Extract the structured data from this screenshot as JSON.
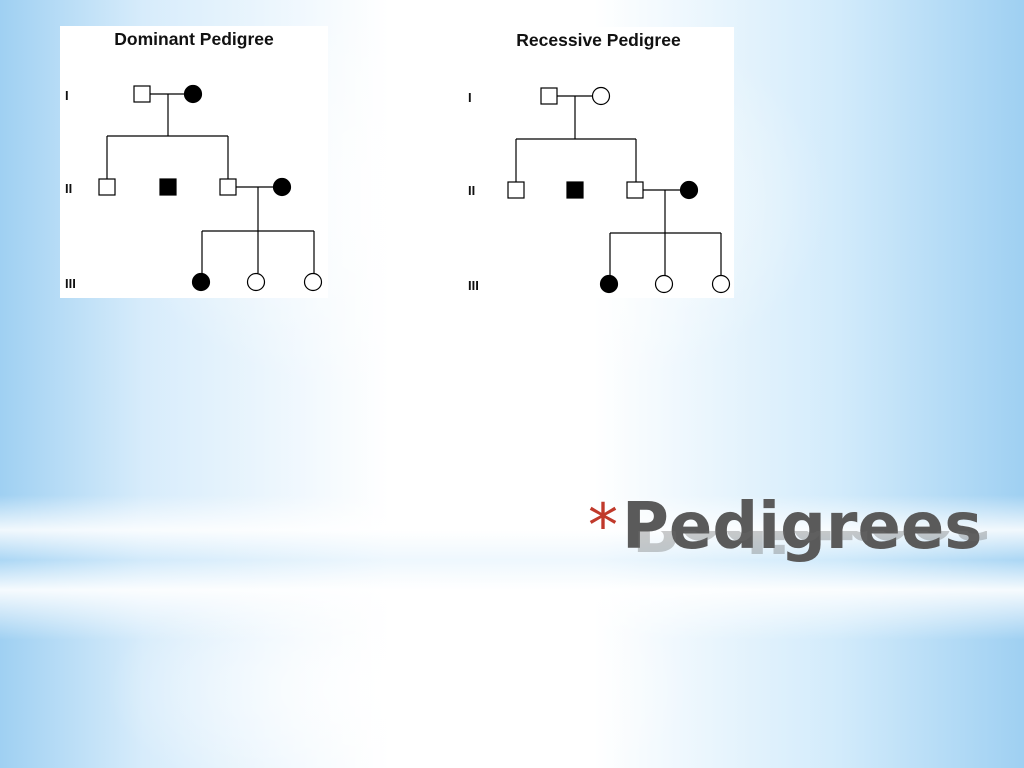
{
  "slide": {
    "title_marker": "*",
    "title": "Pedigrees",
    "colors": {
      "marker": "#c0392b",
      "title": "#5a5a5a",
      "affected": "#000000",
      "unaffected": "#ffffff"
    }
  },
  "pedigrees": [
    {
      "title": "Dominant Pedigree",
      "generations": [
        "I",
        "II",
        "III"
      ],
      "members": [
        {
          "id": "I-1",
          "generation": "I",
          "sex": "male",
          "affected": false
        },
        {
          "id": "I-2",
          "generation": "I",
          "sex": "female",
          "affected": true
        },
        {
          "id": "II-1",
          "generation": "II",
          "sex": "male",
          "affected": false
        },
        {
          "id": "II-2",
          "generation": "II",
          "sex": "male",
          "affected": true
        },
        {
          "id": "II-3",
          "generation": "II",
          "sex": "male",
          "affected": false
        },
        {
          "id": "II-4",
          "generation": "II",
          "sex": "female",
          "affected": true
        },
        {
          "id": "III-1",
          "generation": "III",
          "sex": "female",
          "affected": true
        },
        {
          "id": "III-2",
          "generation": "III",
          "sex": "female",
          "affected": false
        },
        {
          "id": "III-3",
          "generation": "III",
          "sex": "female",
          "affected": false
        }
      ]
    },
    {
      "title": "Recessive Pedigree",
      "generations": [
        "I",
        "II",
        "III"
      ],
      "members": [
        {
          "id": "I-1",
          "generation": "I",
          "sex": "male",
          "affected": false
        },
        {
          "id": "I-2",
          "generation": "I",
          "sex": "female",
          "affected": false
        },
        {
          "id": "II-1",
          "generation": "II",
          "sex": "male",
          "affected": false
        },
        {
          "id": "II-2",
          "generation": "II",
          "sex": "male",
          "affected": true
        },
        {
          "id": "II-3",
          "generation": "II",
          "sex": "male",
          "affected": false
        },
        {
          "id": "II-4",
          "generation": "II",
          "sex": "female",
          "affected": true
        },
        {
          "id": "III-1",
          "generation": "III",
          "sex": "female",
          "affected": true
        },
        {
          "id": "III-2",
          "generation": "III",
          "sex": "female",
          "affected": false
        },
        {
          "id": "III-3",
          "generation": "III",
          "sex": "female",
          "affected": false
        }
      ]
    }
  ]
}
